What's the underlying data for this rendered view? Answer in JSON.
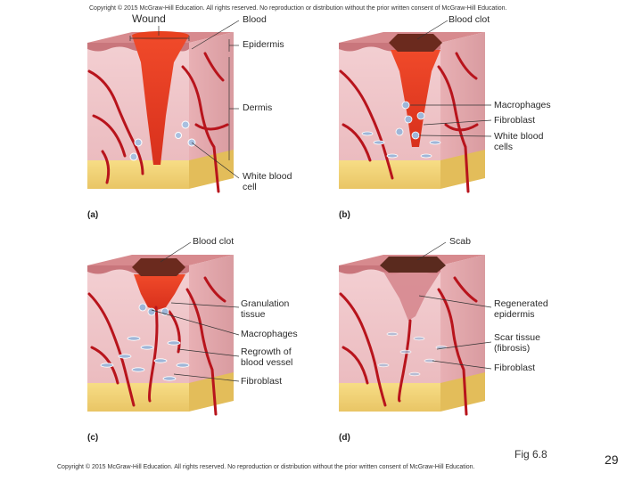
{
  "copyright_top": "Copyright © 2015 McGraw-Hill Education. All rights reserved. No reproduction or distribution without the prior written consent of McGraw-Hill Education.",
  "copyright_bottom": "Copyright © 2015 McGraw-Hill Education. All rights reserved. No reproduction or distribution without the prior written consent of McGraw-Hill Education.",
  "figure_label": "Fig 6.8",
  "page_number": "29",
  "panels": {
    "a": {
      "letter": "(a)",
      "labels": {
        "wound": "Wound",
        "blood": "Blood",
        "epidermis": "Epidermis",
        "dermis": "Dermis",
        "wbc_line1": "White blood",
        "wbc_line2": "cell"
      }
    },
    "b": {
      "letter": "(b)",
      "labels": {
        "blood_clot": "Blood clot",
        "macrophages": "Macrophages",
        "fibroblast": "Fibroblast",
        "wbc_line1": "White blood",
        "wbc_line2": "cells"
      }
    },
    "c": {
      "letter": "(c)",
      "labels": {
        "blood_clot": "Blood clot",
        "granulation_line1": "Granulation",
        "granulation_line2": "tissue",
        "macrophages": "Macrophages",
        "regrowth_line1": "Regrowth of",
        "regrowth_line2": "blood vessel",
        "fibroblast": "Fibroblast"
      }
    },
    "d": {
      "letter": "(d)",
      "labels": {
        "scab": "Scab",
        "regen_line1": "Regenerated",
        "regen_line2": "epidermis",
        "scar_line1": "Scar tissue",
        "scar_line2": "(fibrosis)",
        "fibroblast": "Fibroblast"
      }
    }
  },
  "colors": {
    "skin_top": "#d98a8e",
    "dermis": "#f0c9cc",
    "vessel": "#b8141c",
    "blood": "#e23a22",
    "clot": "#6b2a1e",
    "fat": "#f2d37a",
    "cell": "#9fb6d8"
  }
}
